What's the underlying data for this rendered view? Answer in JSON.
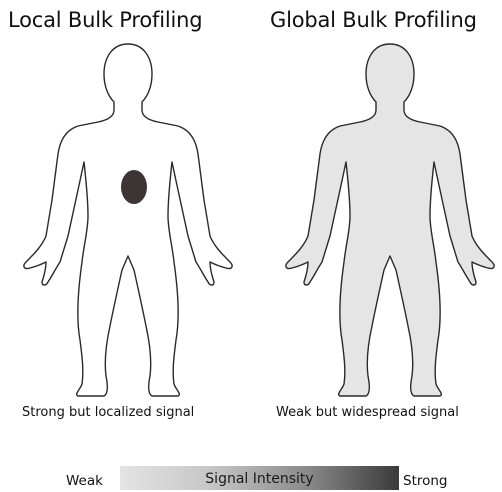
{
  "panels": {
    "left": {
      "title": "Local Bulk Profiling",
      "caption": "Strong but localized signal",
      "body_fill": "#ffffff",
      "spot_fill": "#3d3535"
    },
    "right": {
      "title": "Global Bulk Profiling",
      "caption": "Weak but widespread signal",
      "body_fill": "#e5e5e5"
    }
  },
  "legend": {
    "title": "Signal Intensity",
    "low_label": "Weak",
    "high_label": "Strong",
    "gradient_colors": [
      "#e4e4e4",
      "#c6c6c6",
      "#8a8a8a",
      "#3a3a3a"
    ]
  },
  "colors": {
    "outline": "#2a2a2a"
  }
}
